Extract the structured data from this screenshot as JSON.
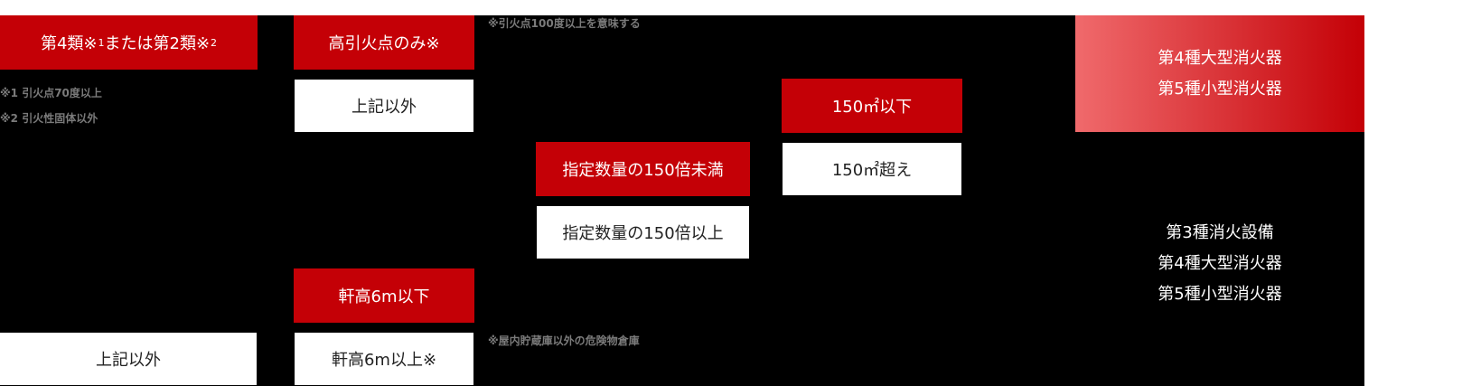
{
  "colors": {
    "accent_red": "#c40006",
    "gradient_start": "#f06a6c",
    "gradient_end": "#c40006",
    "background": "#000000",
    "note_gray": "#7a7a7a"
  },
  "column1": {
    "category_main": "第4類※",
    "category_sup1": "1",
    "category_mid": "または第2類※",
    "category_sup2": "2",
    "notes": [
      "※1 引火点70度以上",
      "※2 引火性固体以外"
    ],
    "other": "上記以外"
  },
  "column2": {
    "high_flash_only": "高引火点のみ※",
    "high_flash_note": "※引火点100度以上を意味する",
    "other": "上記以外",
    "eave_under_6m": "軒高6m以下",
    "eave_over_6m": "軒高6m以上※",
    "eave_note": "※屋内貯蔵庫以外の危険物倉庫"
  },
  "column3": {
    "under_150x": "指定数量の150倍未満",
    "over_150x": "指定数量の150倍以上"
  },
  "column4": {
    "area_under_150": "150㎡以下",
    "area_over_150": "150㎡超え"
  },
  "results": {
    "top": [
      "第4種大型消火器",
      "第5種小型消火器"
    ],
    "bottom": [
      "第3種消火設備",
      "第4種大型消火器",
      "第5種小型消火器"
    ]
  }
}
